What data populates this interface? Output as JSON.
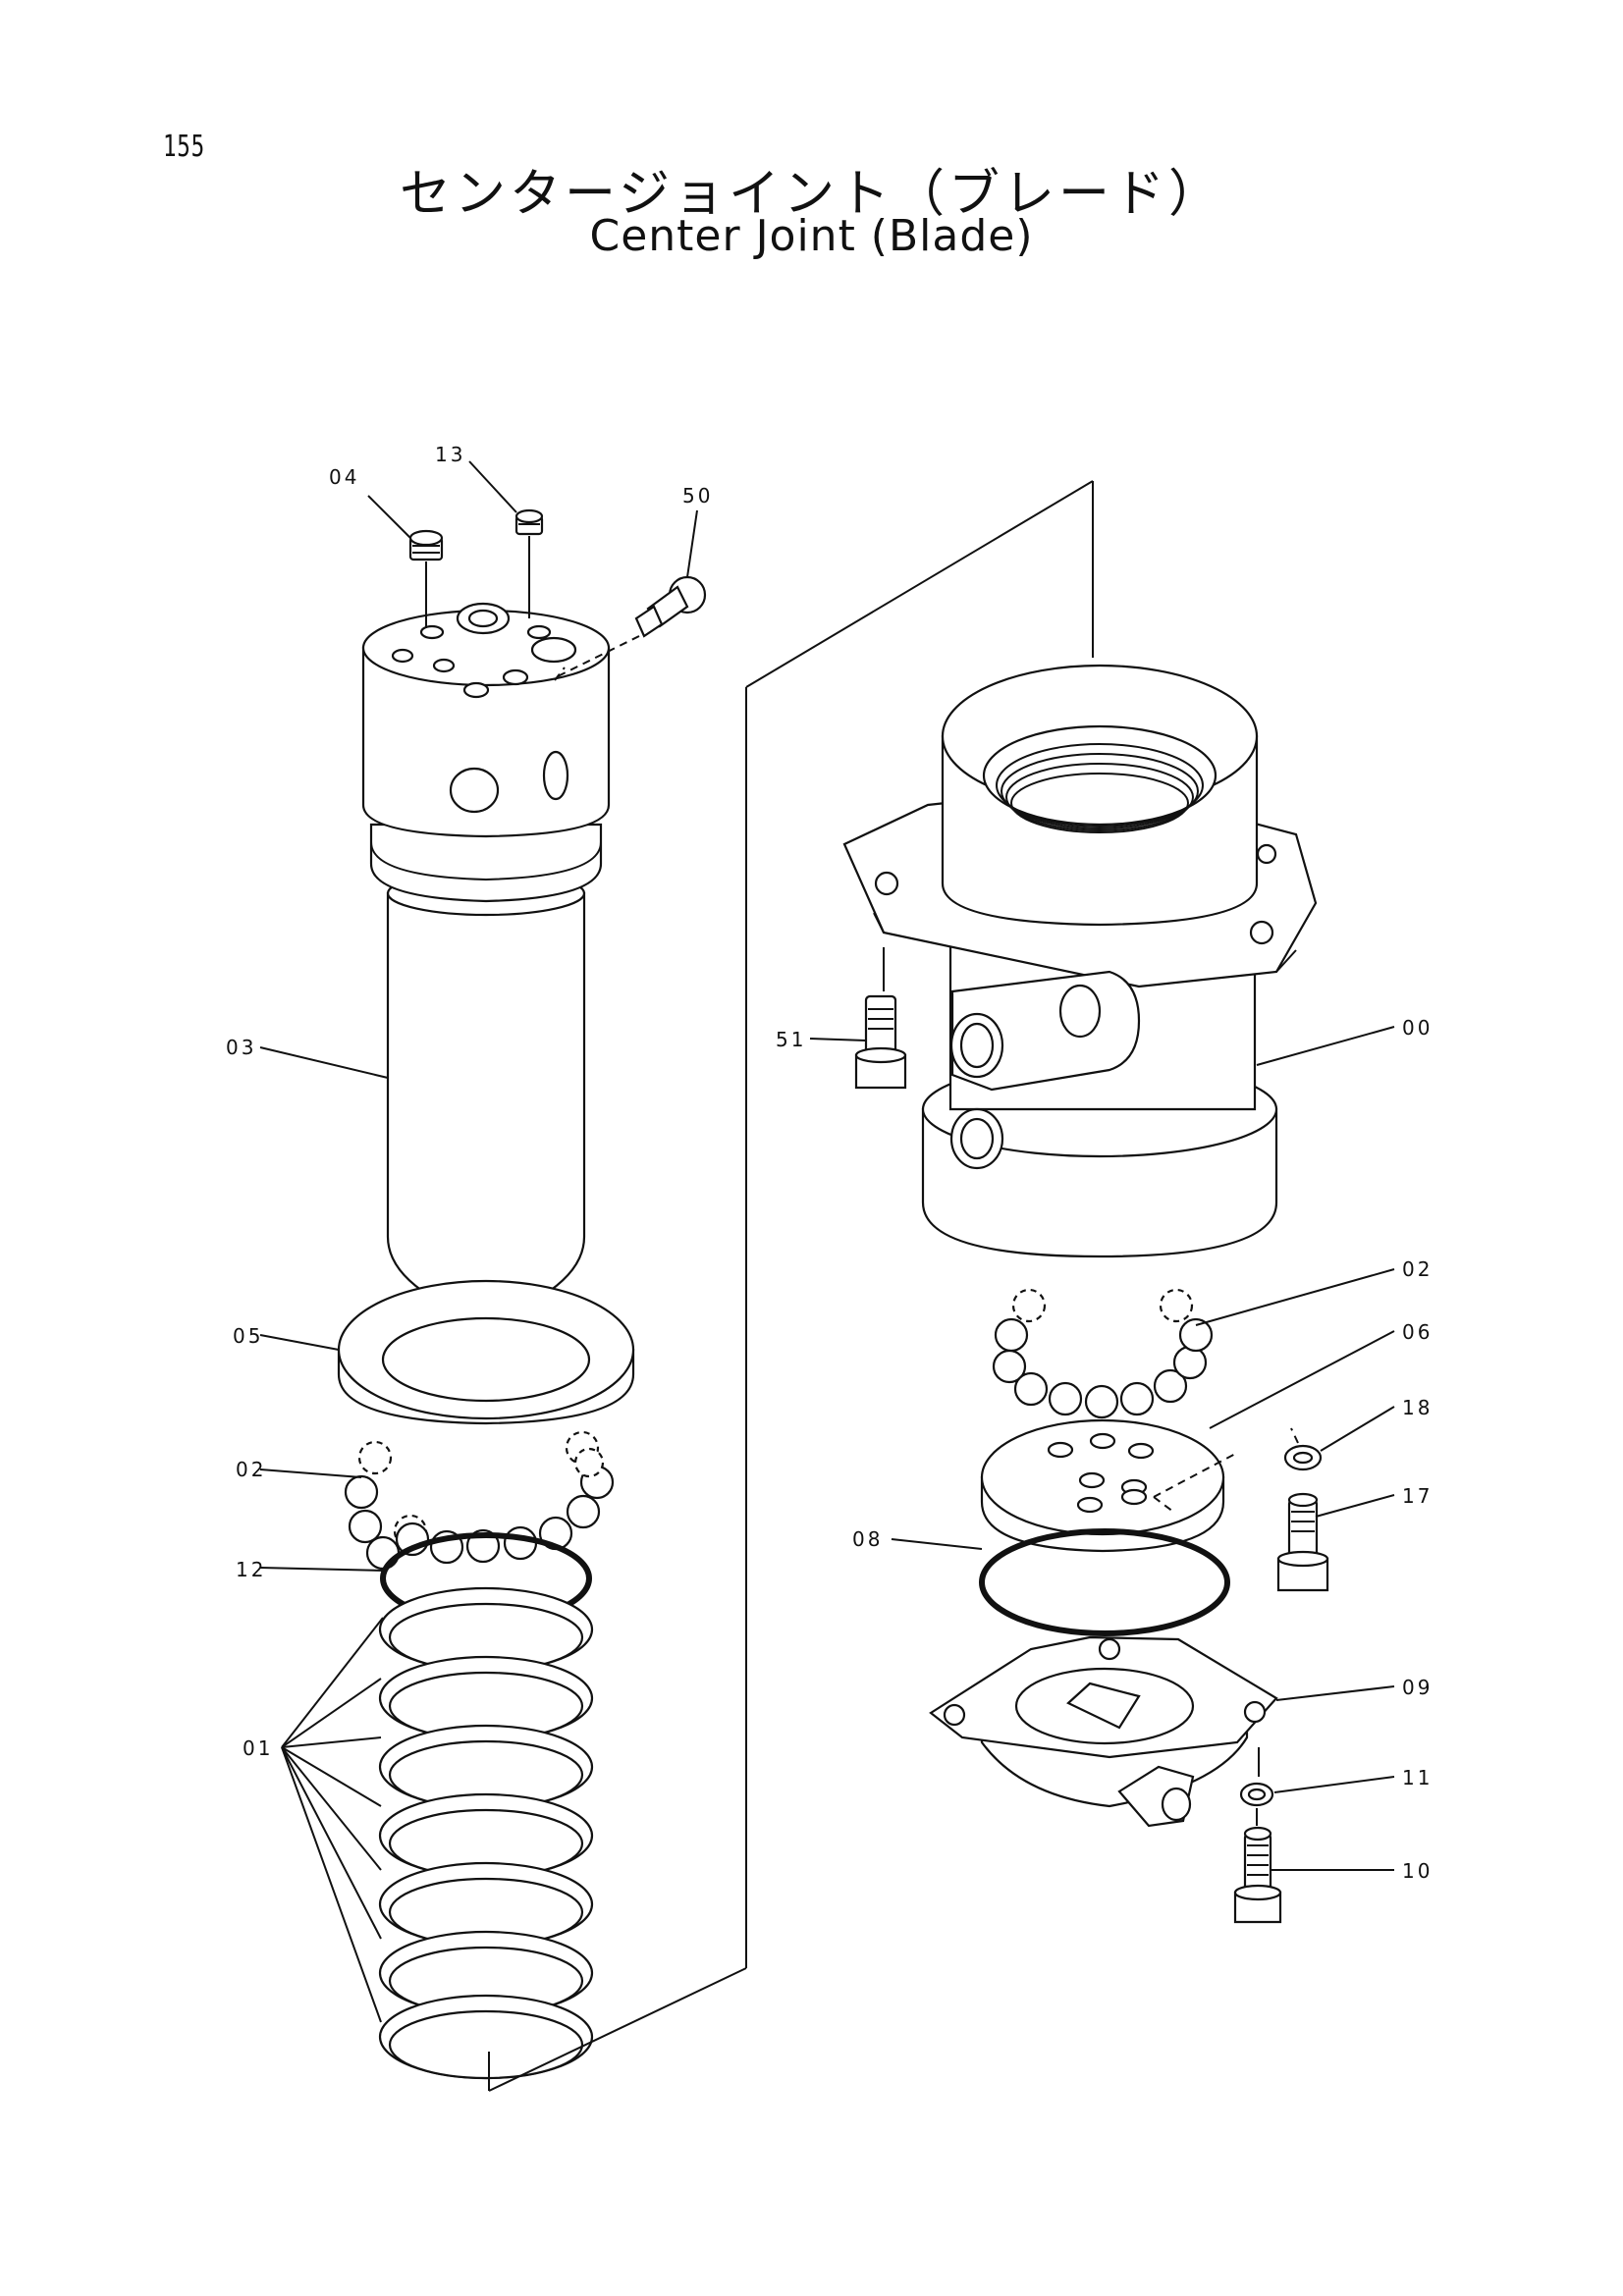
{
  "page_number": "155",
  "title_ja": "センタージョイント（ブレード）",
  "title_en": "Center Joint (Blade)",
  "labels": {
    "p00": "00",
    "p01": "01",
    "p02_left": "02",
    "p02_right": "02",
    "p03": "03",
    "p04": "04",
    "p05": "05",
    "p06": "06",
    "p08": "08",
    "p09": "09",
    "p10": "10",
    "p11": "11",
    "p12": "12",
    "p13": "13",
    "p17": "17",
    "p18": "18",
    "p50": "50",
    "p51": "51"
  }
}
